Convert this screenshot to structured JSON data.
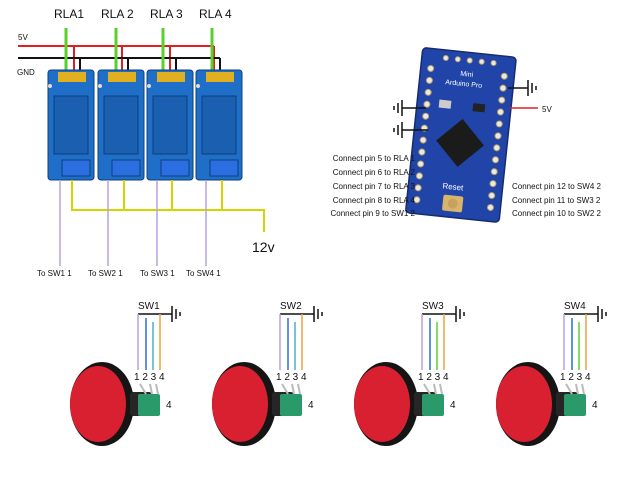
{
  "relays": [
    {
      "label": "RLA1"
    },
    {
      "label": "RLA 2"
    },
    {
      "label": "RLA 3"
    },
    {
      "label": "RLA 4"
    }
  ],
  "power": {
    "v5_label": "5V",
    "gnd_label": "GND",
    "v12_label": "12v",
    "arduino_5v_label": "5V"
  },
  "relay_to_switch": [
    {
      "label": "To SW1 1"
    },
    {
      "label": "To SW2 1"
    },
    {
      "label": "To SW3 1"
    },
    {
      "label": "To SW4 1"
    }
  ],
  "arduino": {
    "board_text_1": "Mini",
    "board_text_2": "Arduino Pro",
    "reset_label": "Reset",
    "left_notes": [
      "Connect pin 5 to  RLA 1",
      "Connect pin 6 to  RLA 2",
      "Connect pin 7 to  RLA 3",
      "Connect pin 8 to  RLA 4",
      "Connect pin 9 to SW1 2"
    ],
    "right_notes": [
      "Connect pin 12 to SW4 2",
      "Connect pin 11 to SW3 2",
      "Connect pin 10 to SW2 2"
    ]
  },
  "switches": [
    {
      "name": "SW1",
      "pins": "1 2 3 4",
      "side_pin": "4"
    },
    {
      "name": "SW2",
      "pins": "1 2 3 4",
      "side_pin": "4"
    },
    {
      "name": "SW3",
      "pins": "1 2 3 4",
      "side_pin": "4"
    },
    {
      "name": "SW4",
      "pins": "1 2 3 4",
      "side_pin": "4"
    }
  ],
  "colors": {
    "wire_5v": "#e02020",
    "wire_gnd": "#111111",
    "wire_signal": "#5ad02a",
    "wire_12v": "#d4d400",
    "wire_purple": "#b7a3dc",
    "relay_blue": "#1f6fc9",
    "board_blue": "#2144a8",
    "button_red": "#e0202a"
  }
}
